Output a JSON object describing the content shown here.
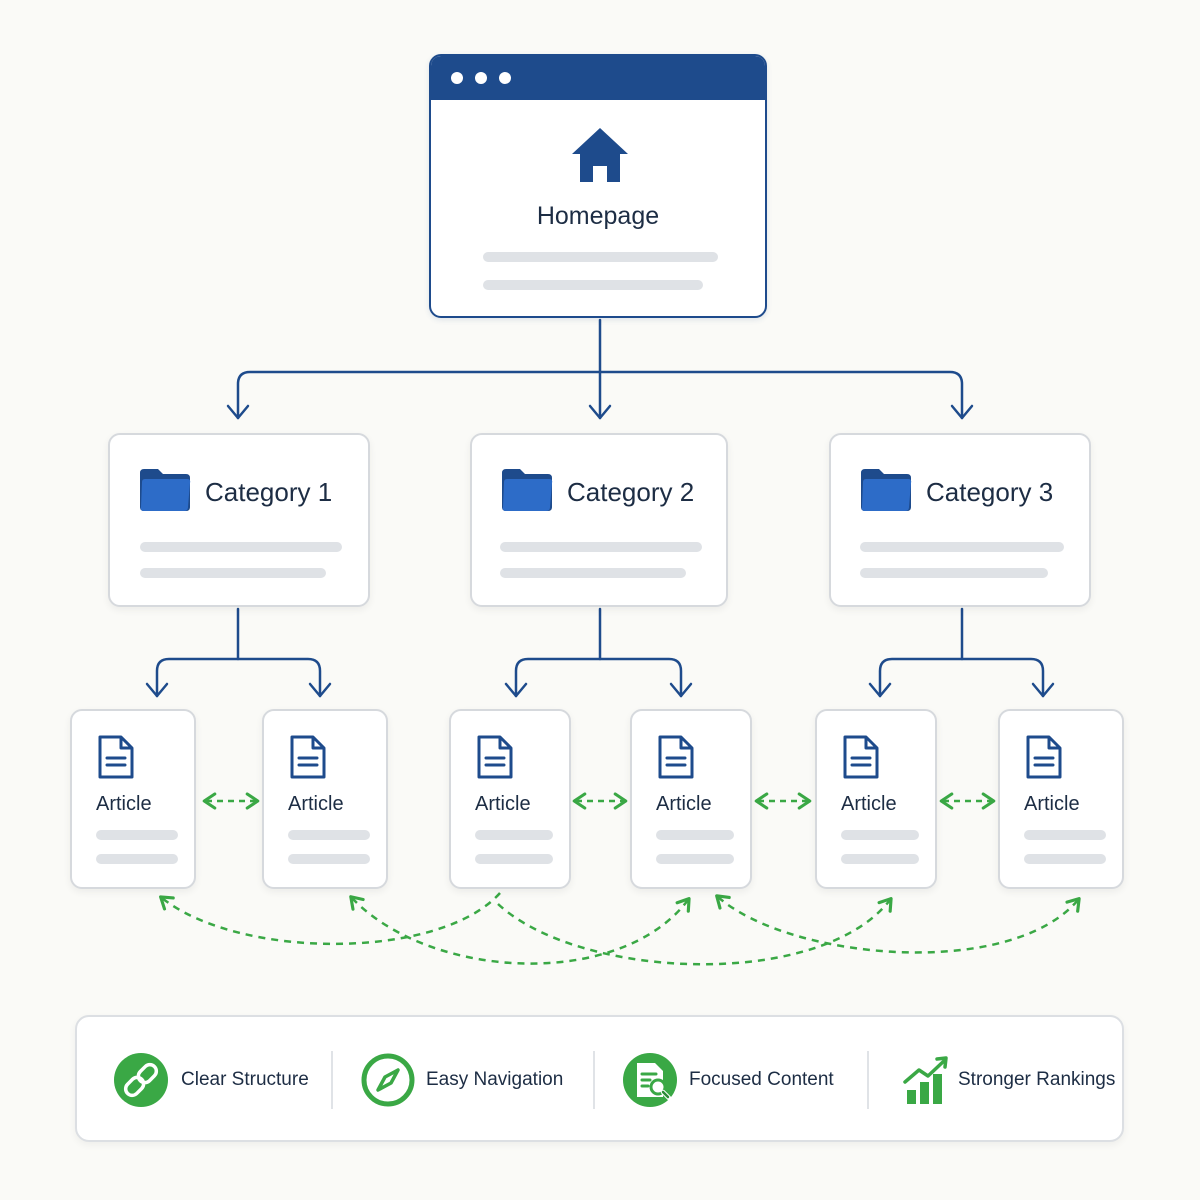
{
  "homepage": {
    "title": "Homepage"
  },
  "categories": [
    {
      "title": "Category 1"
    },
    {
      "title": "Category 2"
    },
    {
      "title": "Category 3"
    }
  ],
  "articles": [
    {
      "title": "Article"
    },
    {
      "title": "Article"
    },
    {
      "title": "Article"
    },
    {
      "title": "Article"
    },
    {
      "title": "Article"
    },
    {
      "title": "Article"
    }
  ],
  "benefits": [
    {
      "label": "Clear Structure",
      "icon": "link-icon"
    },
    {
      "label": "Easy Navigation",
      "icon": "compass-icon"
    },
    {
      "label": "Focused Content",
      "icon": "document-search-icon"
    },
    {
      "label": "Stronger Rankings",
      "icon": "growth-chart-icon"
    }
  ],
  "colors": {
    "navy": "#1e4b8c",
    "folder_blue": "#2d6cc8",
    "green": "#3aa845",
    "card_border": "#d6d9dd",
    "placeholder": "#dfe2e6"
  }
}
